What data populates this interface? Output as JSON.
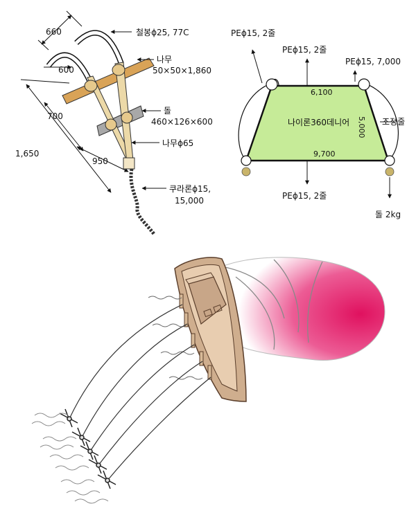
{
  "frame_diagram": {
    "dims": {
      "d660": "660",
      "d600": "600",
      "d700": "700",
      "d1650": "1,650",
      "d950": "950"
    },
    "labels": {
      "steel_rod": "철봉ϕ25, 77C",
      "wood_top": "나무",
      "wood_top_size": "50×50×1,860",
      "stone": "돌",
      "stone_size": "460×126×600",
      "wood_rod": "나무ϕ65",
      "kuralon": "쿠라론ϕ15,",
      "kuralon_len": "15,000"
    }
  },
  "net_diagram": {
    "top_left_label": "PEϕ15, 2줄",
    "top_center_label": "PEϕ15, 2줄",
    "top_right_label": "PEϕ15, 7,000",
    "top_width": "6,100",
    "bottom_width": "9,700",
    "side_length": "5,000",
    "net_name": "나이론360데니어",
    "adjust_rope": "조정줄",
    "bottom_label": "PEϕ15, 2줄",
    "weight_label": "돌 2kg",
    "net_fill": "#c6eb98"
  },
  "scene": {
    "boat_color": "#cfae8e",
    "net_color": "#e0115f"
  }
}
